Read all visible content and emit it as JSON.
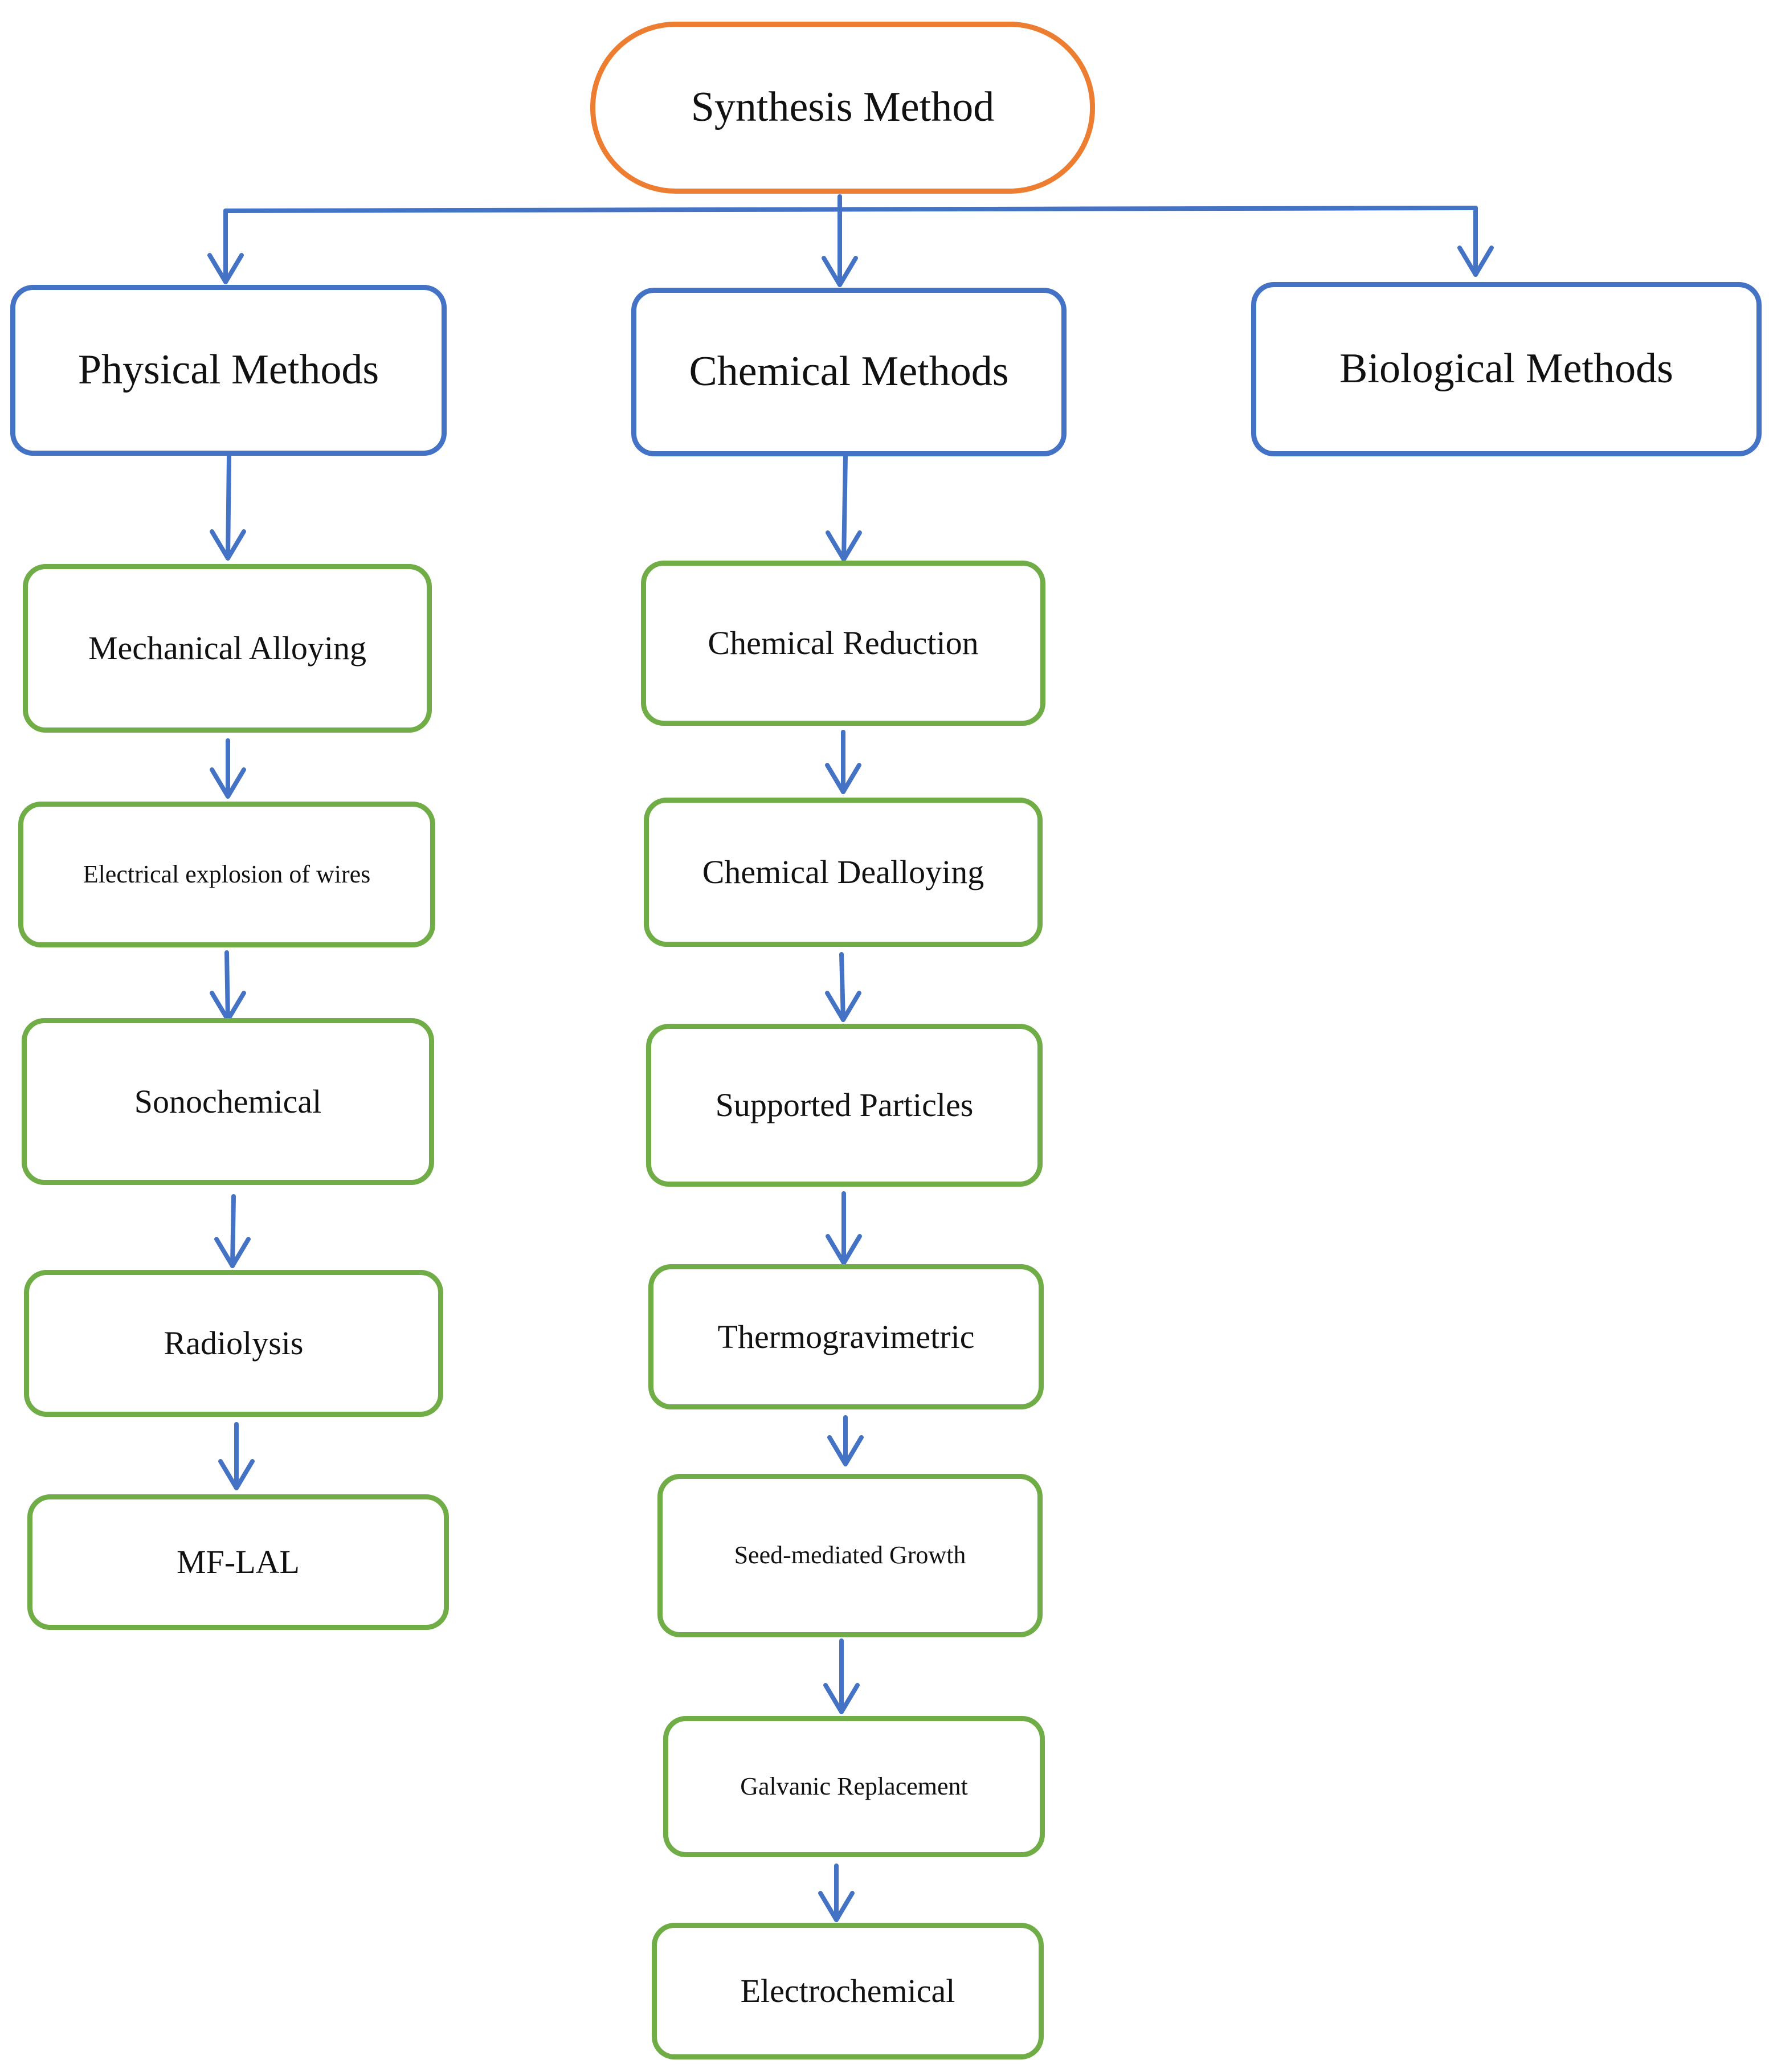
{
  "diagram": {
    "root": {
      "label": "Synthesis Method",
      "border_color": "#ED7D31"
    },
    "categories": [
      {
        "label": "Physical Methods",
        "border_color": "#4472C4",
        "methods": [
          "Mechanical Alloying",
          "Electrical explosion of wires",
          "Sonochemical",
          "Radiolysis",
          "MF-LAL"
        ]
      },
      {
        "label": "Chemical Methods",
        "border_color": "#4472C4",
        "methods": [
          "Chemical Reduction",
          "Chemical Dealloying",
          "Supported Particles",
          "Thermogravimetric",
          "Seed-mediated Growth",
          "Galvanic Replacement",
          "Electrochemical"
        ]
      },
      {
        "label": "Biological Methods",
        "border_color": "#4472C4",
        "methods": []
      }
    ],
    "method_border_color": "#70AD47",
    "arrow_color": "#4472C4"
  }
}
